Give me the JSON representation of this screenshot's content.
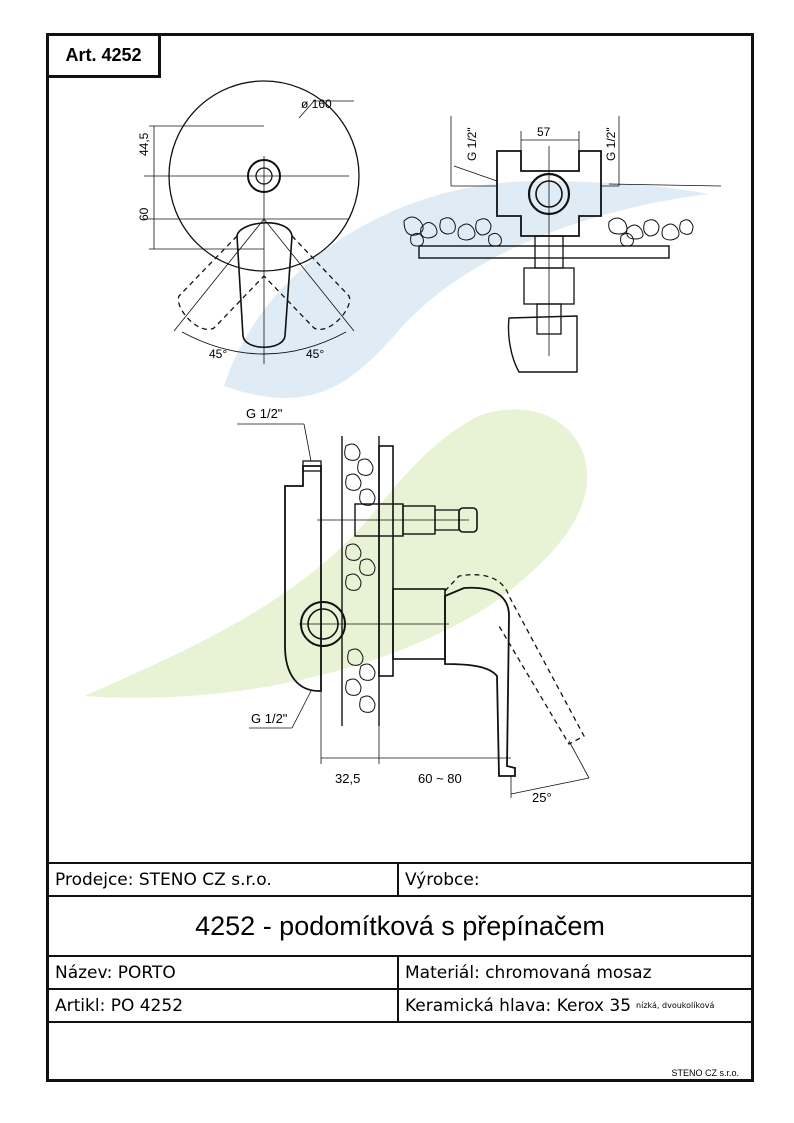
{
  "header": {
    "article": "Art. 4252"
  },
  "drawing": {
    "dim_diameter": "ø 160",
    "dim_44_5": "44,5",
    "dim_60": "60",
    "angle_left": "45°",
    "angle_right": "45°",
    "thread_top_left": "G 1/2\"",
    "thread_top_right": "G 1/2\"",
    "dim_57": "57",
    "thread_side_top": "G 1/2\"",
    "thread_side_bottom": "G 1/2\"",
    "dim_32_5": "32,5",
    "dim_60_80": "60 ~ 80",
    "angle_25": "25°",
    "colors": {
      "watermark_blue": "#dbe9f3",
      "watermark_green": "#e6f1cf",
      "line": "#111111"
    }
  },
  "info": {
    "seller": "Prodejce:  STENO CZ s.r.o.",
    "producer": "Výrobce:",
    "title": "4252 - podomítková s přepínačem",
    "name": "Název:   PORTO",
    "material": "Materiál: chromovaná mosaz",
    "article": "Artikl:     PO 4252",
    "cartridge": "Keramická hlava: Kerox 35",
    "cartridge_note": "nízká, dvoukolíková",
    "footer": "STENO CZ s.r.o."
  }
}
